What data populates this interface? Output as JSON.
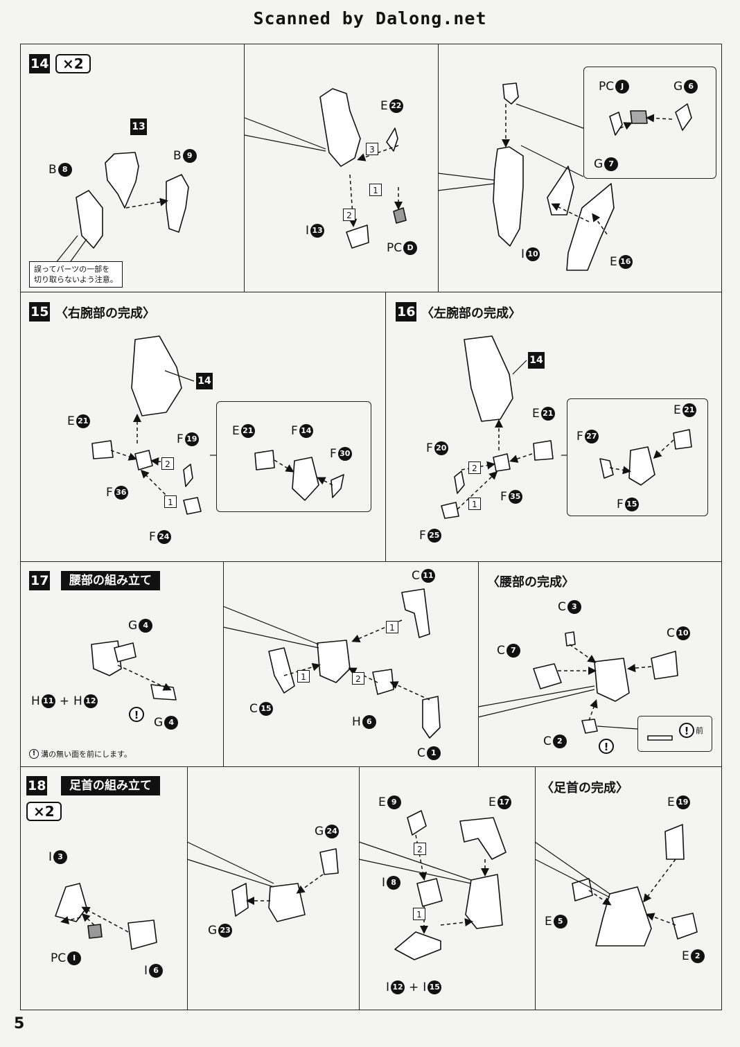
{
  "header": {
    "scan_credit": "Scanned by Dalong.net"
  },
  "page": {
    "number": "5"
  },
  "steps": {
    "s14": {
      "number": "14",
      "multiplier": "×2",
      "refs": {
        "r13": "13"
      },
      "labels": {
        "b8": {
          "l": "B",
          "n": "8"
        },
        "b9": {
          "l": "B",
          "n": "9"
        },
        "e22": {
          "l": "E",
          "n": "22"
        },
        "i13": {
          "l": "I",
          "n": "13"
        },
        "pcd": {
          "l": "PC",
          "n": "D"
        },
        "pcj": {
          "l": "PC",
          "n": "J"
        },
        "g6": {
          "l": "G",
          "n": "6"
        },
        "g7": {
          "l": "G",
          "n": "7"
        },
        "i10": {
          "l": "I",
          "n": "10"
        },
        "e16": {
          "l": "E",
          "n": "16"
        }
      },
      "order": {
        "o1": "1",
        "o2": "2",
        "o3": "3"
      },
      "note": {
        "line1": "誤ってパーツの一部を",
        "line2": "切り取らないよう注意。"
      }
    },
    "s15": {
      "number": "15",
      "title": "〈右腕部の完成〉",
      "refs": {
        "r14": "14"
      },
      "labels": {
        "e21": {
          "l": "E",
          "n": "21"
        },
        "f19": {
          "l": "F",
          "n": "19"
        },
        "f36": {
          "l": "F",
          "n": "36"
        },
        "f24": {
          "l": "F",
          "n": "24"
        },
        "e21b": {
          "l": "E",
          "n": "21"
        },
        "f14": {
          "l": "F",
          "n": "14"
        },
        "f30": {
          "l": "F",
          "n": "30"
        }
      },
      "order": {
        "o1": "1",
        "o2": "2"
      }
    },
    "s16": {
      "number": "16",
      "title": "〈左腕部の完成〉",
      "refs": {
        "r14": "14"
      },
      "labels": {
        "e21": {
          "l": "E",
          "n": "21"
        },
        "f20": {
          "l": "F",
          "n": "20"
        },
        "f35": {
          "l": "F",
          "n": "35"
        },
        "f25": {
          "l": "F",
          "n": "25"
        },
        "e21b": {
          "l": "E",
          "n": "21"
        },
        "f27": {
          "l": "F",
          "n": "27"
        },
        "f15": {
          "l": "F",
          "n": "15"
        }
      },
      "order": {
        "o1": "1",
        "o2": "2"
      }
    },
    "s17": {
      "number": "17",
      "title": "腰部の組み立て",
      "subtitle": "〈腰部の完成〉",
      "labels": {
        "g4": {
          "l": "G",
          "n": "4"
        },
        "g4b": {
          "l": "G",
          "n": "4"
        },
        "h11": {
          "l": "H",
          "n": "11"
        },
        "h12": {
          "l": "H",
          "n": "12"
        },
        "plus": "+",
        "c15": {
          "l": "C",
          "n": "15"
        },
        "c11": {
          "l": "C",
          "n": "11"
        },
        "h6": {
          "l": "H",
          "n": "6"
        },
        "c1": {
          "l": "C",
          "n": "1"
        },
        "c3": {
          "l": "C",
          "n": "3"
        },
        "c7": {
          "l": "C",
          "n": "7"
        },
        "c10": {
          "l": "C",
          "n": "10"
        },
        "c2": {
          "l": "C",
          "n": "2"
        }
      },
      "order": {
        "o1": "1",
        "o1b": "1",
        "o2": "2"
      },
      "excl": "!",
      "front": "前",
      "note": "溝の無い面を前にします。"
    },
    "s18": {
      "number": "18",
      "title": "足首の組み立て",
      "multiplier": "×2",
      "subtitle": "〈足首の完成〉",
      "labels": {
        "i3": {
          "l": "I",
          "n": "3"
        },
        "pci": {
          "l": "PC",
          "n": "I"
        },
        "i6": {
          "l": "I",
          "n": "6"
        },
        "g24": {
          "l": "G",
          "n": "24"
        },
        "g23": {
          "l": "G",
          "n": "23"
        },
        "e9": {
          "l": "E",
          "n": "9"
        },
        "e17": {
          "l": "E",
          "n": "17"
        },
        "i8": {
          "l": "I",
          "n": "8"
        },
        "i12": {
          "l": "I",
          "n": "12"
        },
        "i15": {
          "l": "I",
          "n": "15"
        },
        "plus": "+",
        "e19": {
          "l": "E",
          "n": "19"
        },
        "e5": {
          "l": "E",
          "n": "5"
        },
        "e2": {
          "l": "E",
          "n": "2"
        }
      },
      "order": {
        "o1": "1",
        "o2": "2"
      }
    }
  }
}
